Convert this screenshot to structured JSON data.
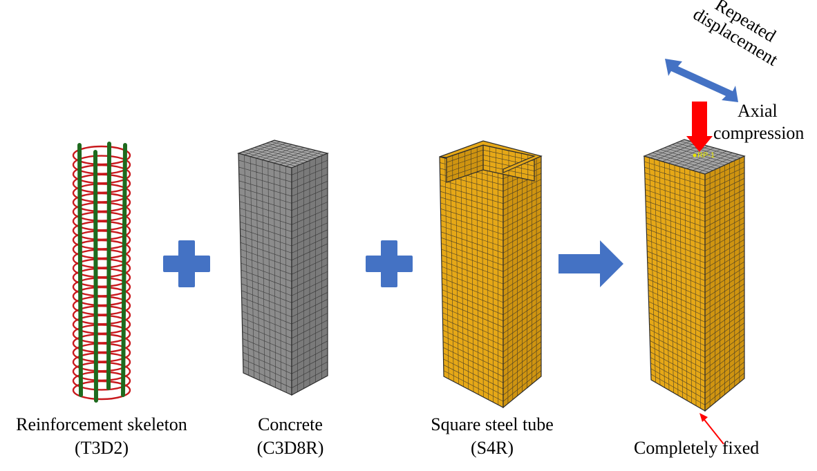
{
  "components": [
    {
      "name_line": "Reinforcement skeleton",
      "element_line": "(T3D2)"
    },
    {
      "name_line": "Concrete",
      "element_line": "(C3D8R)"
    },
    {
      "name_line": "Square steel tube",
      "element_line": "(S4R)"
    }
  ],
  "assembly": {
    "repeated_label_line1": "Repeated",
    "repeated_label_line2": "displacement",
    "axial_label_line1": "Axial",
    "axial_label_line2": "compression",
    "reference_point": "RP-1",
    "boundary_label": "Completely fixed"
  },
  "colors": {
    "stirrup": "#c8181c",
    "longitudinal_bar": "#1e6a1e",
    "concrete_front": "#8c8c8c",
    "concrete_side": "#7a7a7a",
    "concrete_top": "#a6a6a6",
    "steel_front": "#e6a817",
    "steel_side": "#cf9410",
    "mesh_line": "#2b2b2b",
    "operator": "#4472c4",
    "axial_arrow": "#ff0000",
    "reference_point": "#e8e800"
  },
  "operators": [
    "plus-icon",
    "plus-icon",
    "arrow-right-icon"
  ]
}
